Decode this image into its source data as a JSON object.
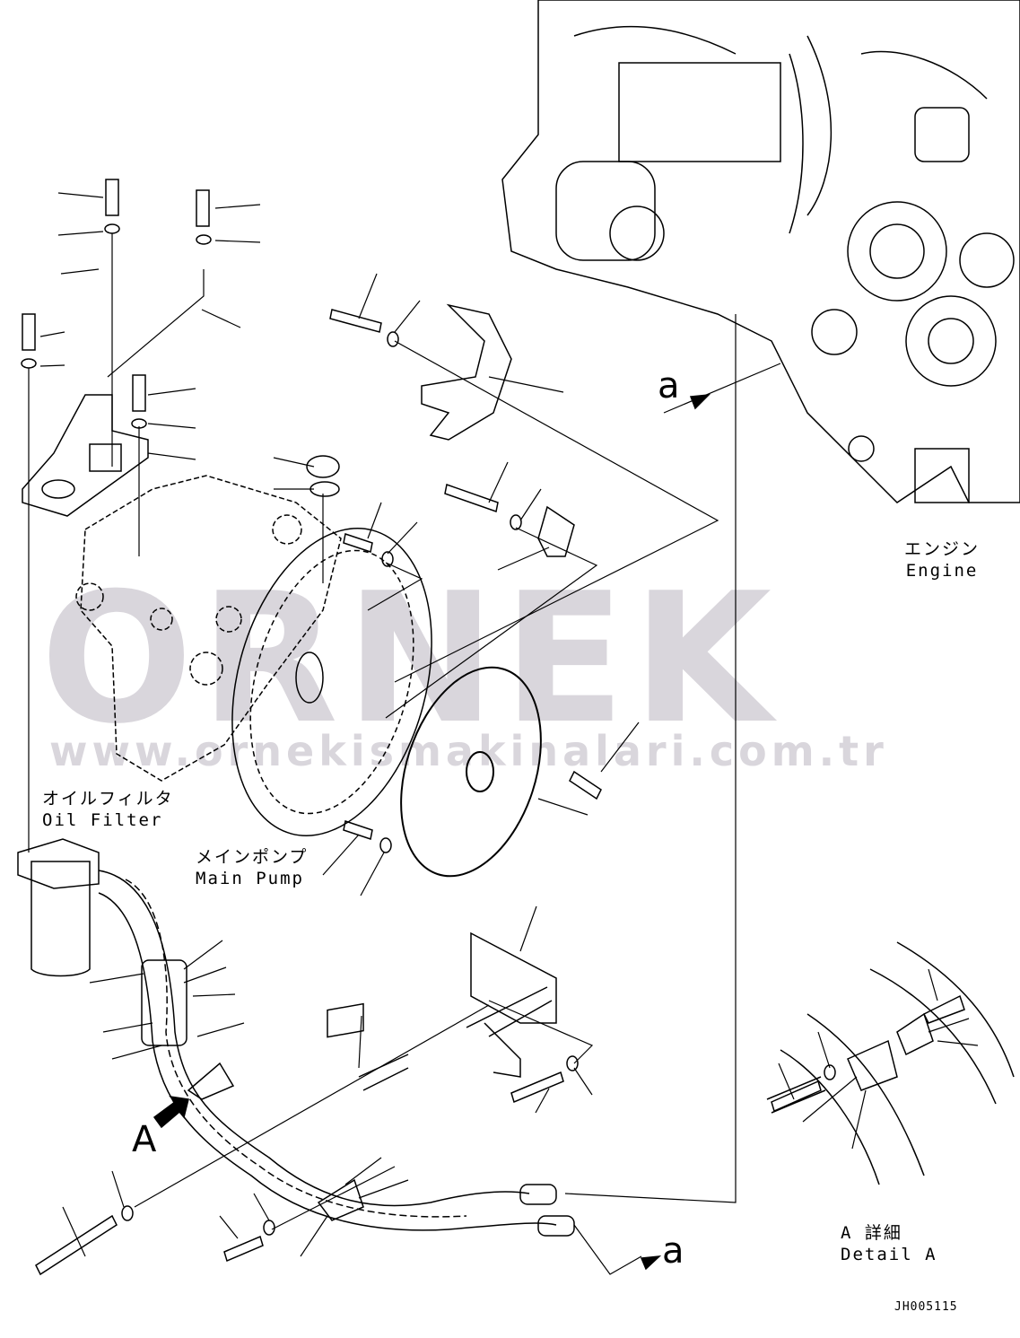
{
  "watermark": {
    "brand": "ORNEK",
    "url": "www.ornekismakinalari.com.tr"
  },
  "labels": {
    "engine_jp": "エンジン",
    "engine_en": "Engine",
    "oil_filter_jp": "オイルフィルタ",
    "oil_filter_en": "Oil Filter",
    "main_pump_jp": "メインポンプ",
    "main_pump_en": "Main Pump",
    "detail_jp": "A 詳細",
    "detail_en": "Detail A",
    "view_marker": "A",
    "ref_a_top": "a",
    "ref_a_bottom": "a",
    "drawing_number": "JH005115"
  }
}
